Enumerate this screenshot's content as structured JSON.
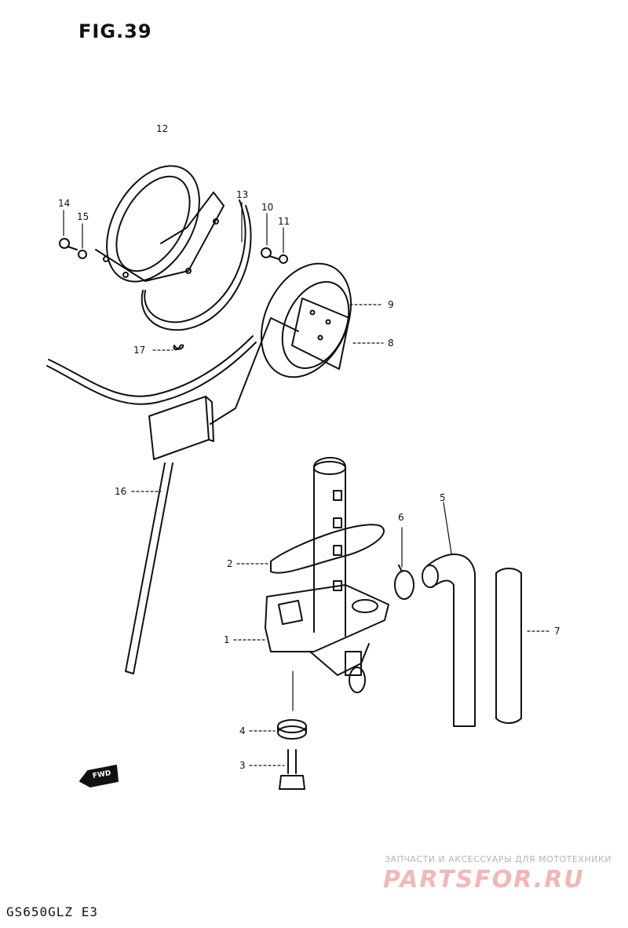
{
  "figure": {
    "title": "FIG.39"
  },
  "callouts": [
    {
      "id": "12",
      "label": "12"
    },
    {
      "id": "13",
      "label": "13"
    },
    {
      "id": "14",
      "label": "14"
    },
    {
      "id": "15",
      "label": "15"
    },
    {
      "id": "10",
      "label": "10"
    },
    {
      "id": "11",
      "label": "11"
    },
    {
      "id": "9",
      "label": "9"
    },
    {
      "id": "8",
      "label": "8"
    },
    {
      "id": "17",
      "label": "17"
    },
    {
      "id": "16",
      "label": "16"
    },
    {
      "id": "2",
      "label": "2"
    },
    {
      "id": "6",
      "label": "6"
    },
    {
      "id": "5",
      "label": "5"
    },
    {
      "id": "7",
      "label": "7"
    },
    {
      "id": "1",
      "label": "1"
    },
    {
      "id": "4",
      "label": "4"
    },
    {
      "id": "3",
      "label": "3"
    }
  ],
  "fwd_marker": "FWD",
  "model_code": "GS650GLZ E3",
  "watermark": {
    "subtitle": "ЗАПЧАСТИ И АКСЕССУАРЫ ДЛЯ МОТОТЕХНИКИ",
    "logo_part1": "PARTS",
    "logo_part2": "FOR.RU"
  }
}
